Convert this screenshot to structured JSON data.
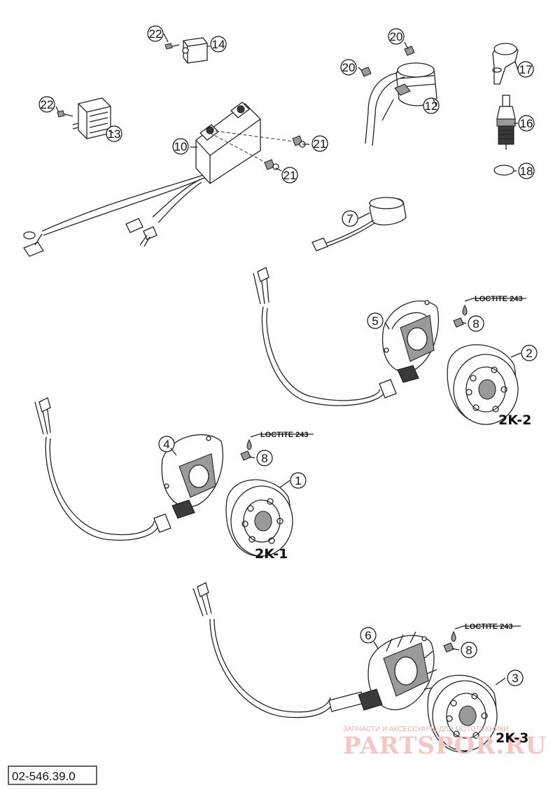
{
  "callouts": [
    {
      "num": "22",
      "id": "c22a"
    },
    {
      "num": "14",
      "id": "c14"
    },
    {
      "num": "20",
      "id": "c20a"
    },
    {
      "num": "20",
      "id": "c20b"
    },
    {
      "num": "17",
      "id": "c17"
    },
    {
      "num": "12",
      "id": "c12"
    },
    {
      "num": "22",
      "id": "c22b"
    },
    {
      "num": "13",
      "id": "c13"
    },
    {
      "num": "10",
      "id": "c10"
    },
    {
      "num": "21",
      "id": "c21a"
    },
    {
      "num": "21",
      "id": "c21b"
    },
    {
      "num": "16",
      "id": "c16"
    },
    {
      "num": "18",
      "id": "c18"
    },
    {
      "num": "7",
      "id": "c7"
    },
    {
      "num": "5",
      "id": "c5"
    },
    {
      "num": "8",
      "id": "c8a"
    },
    {
      "num": "2",
      "id": "c2"
    },
    {
      "num": "4",
      "id": "c4"
    },
    {
      "num": "8",
      "id": "c8b"
    },
    {
      "num": "1",
      "id": "c1"
    },
    {
      "num": "6",
      "id": "c6"
    },
    {
      "num": "8",
      "id": "c8c"
    },
    {
      "num": "3",
      "id": "c3"
    }
  ],
  "loctite_label": "LOCTITE 243",
  "variants": {
    "v1": "2K-1",
    "v2": "2K-2",
    "v3": "2K-3"
  },
  "diagram_code": "02-546.39.0",
  "watermark": {
    "tagline": "ЗАПЧАСТИ И АКСЕССУАРЫ ДЛЯ МОТОТЕХНИКИ",
    "brand": "PARTSPOR.RU"
  },
  "colors": {
    "line": "#222222",
    "watermark": "#f4c6c6"
  }
}
